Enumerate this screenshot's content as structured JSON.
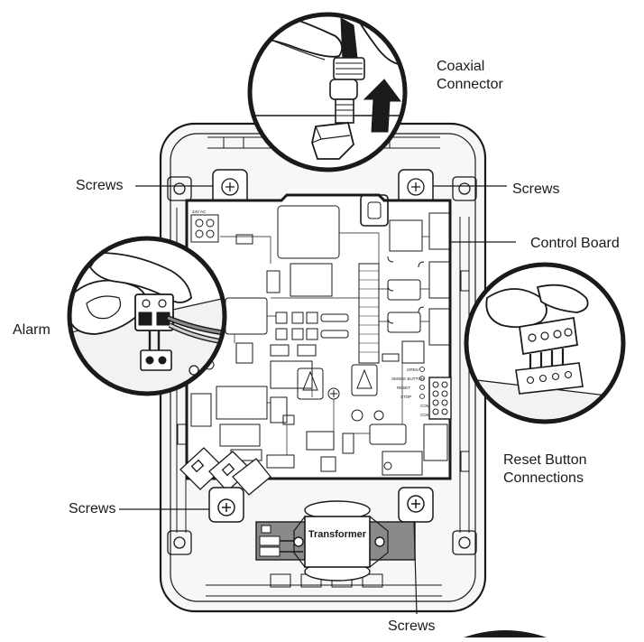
{
  "labels": {
    "coaxial_line1": "Coaxial",
    "coaxial_line2": "Connector",
    "screws_top_left": "Screws",
    "screws_top_right": "Screws",
    "control_board": "Control Board",
    "alarm": "Alarm",
    "reset_line1": "Reset Button",
    "reset_line2": "Connections",
    "screws_bottom_left": "Screws",
    "screws_bottom": "Screws",
    "transformer": "Transformer"
  },
  "board_text": {
    "open": "OPEN",
    "smoke": "SMOKE BUTTON",
    "reset": "RESET",
    "stop": "STOP",
    "com1": "COM",
    "com2": "COM",
    "volt": "24V AC"
  },
  "colors": {
    "ink": "#1a1a1a",
    "housing": "#f7f7f7",
    "board": "#ffffff",
    "transformer_band": "#8a8a8a"
  }
}
